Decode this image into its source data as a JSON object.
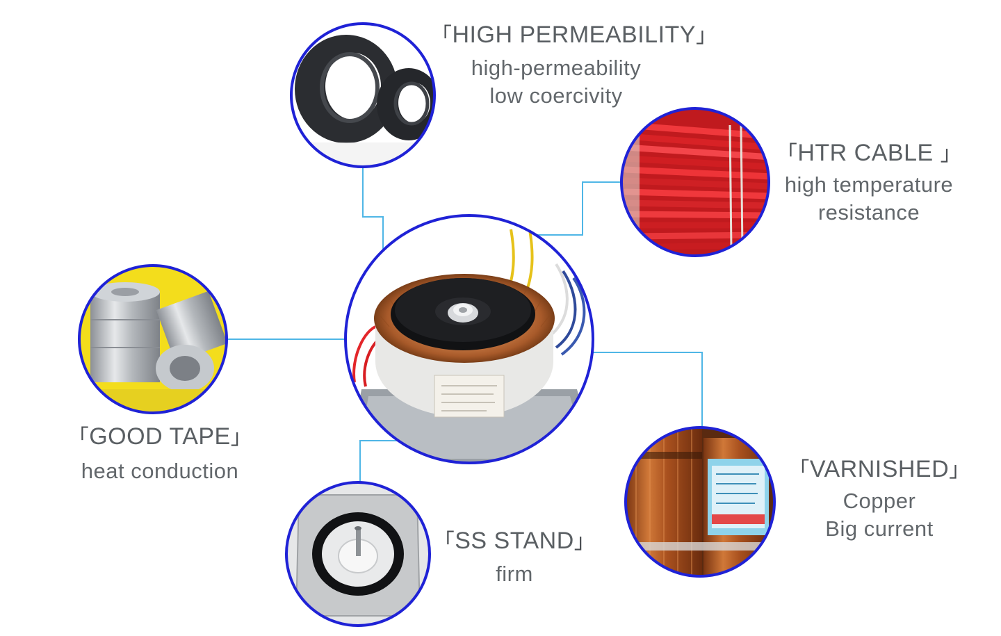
{
  "features": {
    "permeability": {
      "title": "HIGH PERMEABILITY",
      "lines": [
        "high-permeability",
        "low coercivity"
      ],
      "icon": "magnetic-core-rings-icon"
    },
    "cable": {
      "title": "HTR CABLE ",
      "lines": [
        "high temperature",
        "resistance"
      ],
      "icon": "red-cable-bundle-icon"
    },
    "tape": {
      "title": "GOOD TAPE",
      "lines": [
        "heat conduction"
      ],
      "icon": "aluminum-tape-rolls-icon"
    },
    "stand": {
      "title": "SS STAND",
      "lines": [
        "firm"
      ],
      "icon": "steel-stand-plate-icon"
    },
    "varnished": {
      "title": "VARNISHED",
      "lines": [
        "Copper",
        "Big current"
      ],
      "icon": "copper-wire-spools-icon"
    }
  },
  "center": {
    "icon": "toroidal-transformer-icon"
  },
  "colors": {
    "ring": "#1f22d6",
    "connector": "#4fb6e6",
    "text": "#5a5f63",
    "cable_red": "#e3262a",
    "copper": "#b5602a"
  }
}
